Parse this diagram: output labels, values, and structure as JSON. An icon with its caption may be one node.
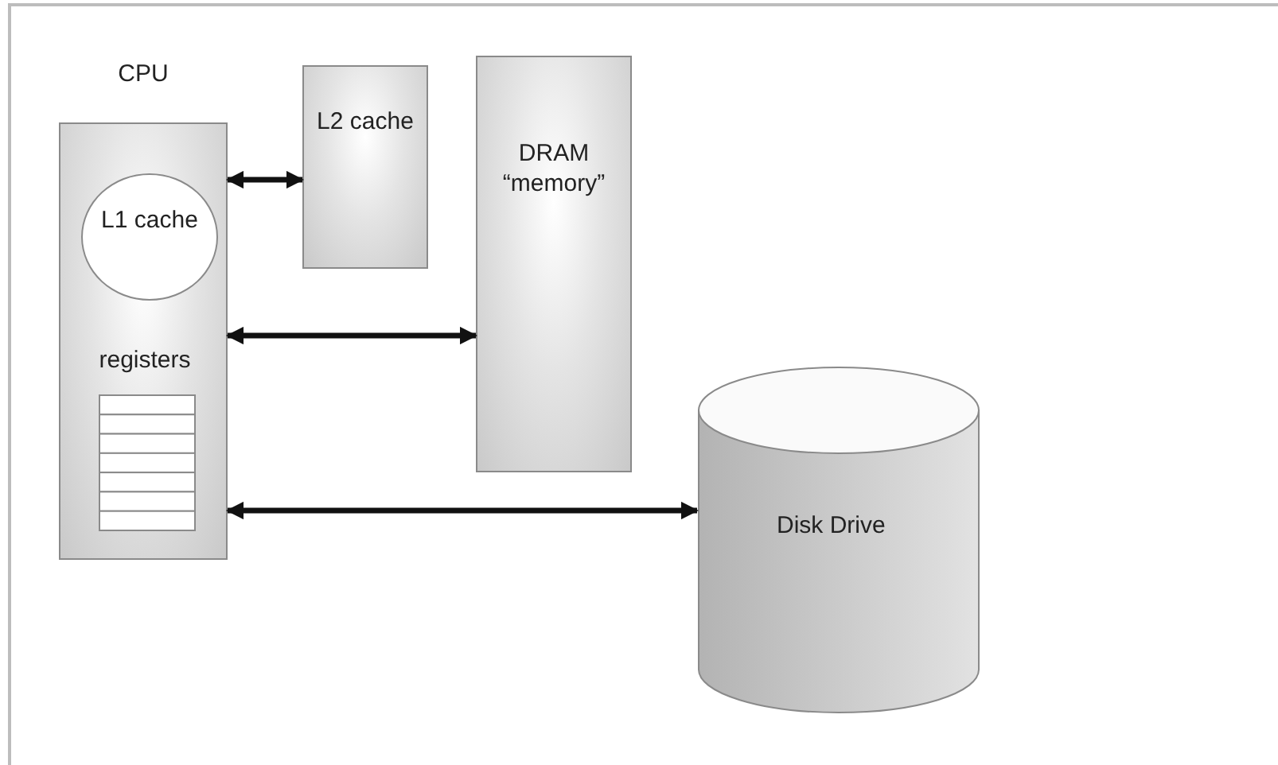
{
  "diagram": {
    "nodes": [
      {
        "text": [
          "CPU"
        ]
      },
      {
        "text": [
          "L1 cache"
        ],
        "in": 0
      },
      {
        "text": [
          "registers"
        ],
        "in": 0
      },
      {
        "text": [
          "L2 cache"
        ]
      },
      {
        "text": [
          "DRAM “memory”"
        ]
      },
      {
        "text": [
          "Disk Drive"
        ]
      }
    ],
    "edges": [
      {
        "from": 0,
        "to": 3,
        "arrow": "both"
      },
      {
        "from": 0,
        "to": 4,
        "arrow": "both"
      },
      {
        "from": 0,
        "to": 5,
        "arrow": "both"
      }
    ]
  }
}
